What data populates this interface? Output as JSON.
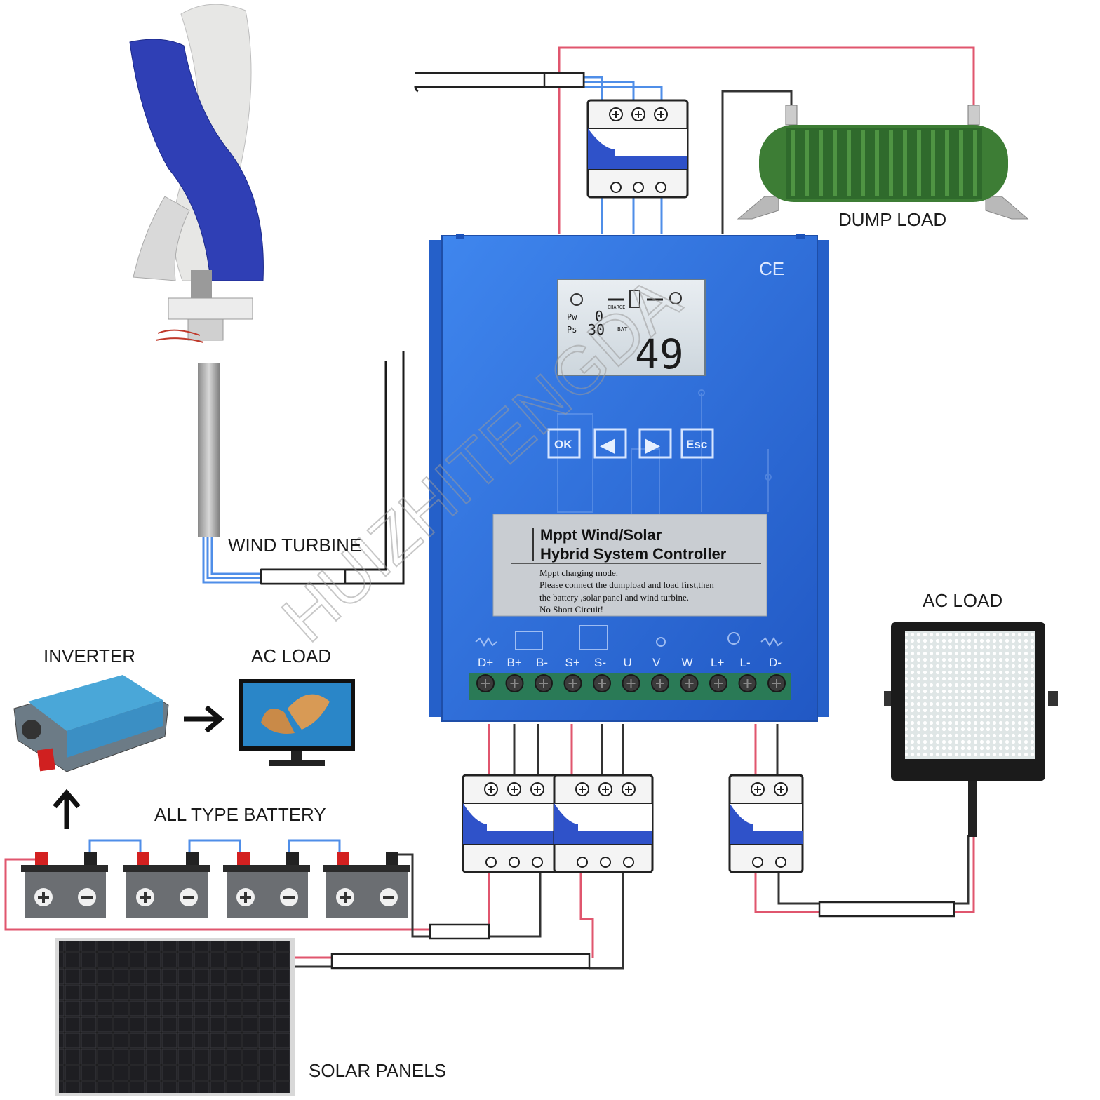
{
  "labels": {
    "wind_turbine": "WIND TURBINE",
    "dump_load": "DUMP LOAD",
    "ac_load_right": "AC LOAD",
    "inverter": "INVERTER",
    "ac_load_left": "AC LOAD",
    "battery": "ALL TYPE BATTERY",
    "solar_panels": "SOLAR PANELS"
  },
  "controller": {
    "title_line1": "Mppt Wind/Solar",
    "title_line2": "Hybrid System Controller",
    "notes": [
      "Mppt charging mode.",
      "Please connect the dumpload and load first,then",
      "the battery ,solar panel and wind turbine.",
      "No Short Circuit!"
    ],
    "ce_mark": "CE",
    "buttons": [
      "OK",
      "◀",
      "▶",
      "Esc"
    ],
    "terminals": [
      "D+",
      "B+",
      "B-",
      "S+",
      "S-",
      "U",
      "V",
      "W",
      "L+",
      "L-",
      "D-"
    ],
    "lcd": {
      "pw_label": "Pw",
      "ps_label": "Ps",
      "pw_value": "0",
      "ps_value": "30",
      "charge": "CHARGE",
      "bat": "BAT",
      "big_value": "49"
    }
  },
  "watermark": "HUIZHITENGDA",
  "colors": {
    "controller_blue": "#2f6fd8",
    "wire_red": "#e0566e",
    "wire_blue": "#4f8ee8",
    "wire_dark": "#333333",
    "dump_load_green": "#3d7d35"
  }
}
